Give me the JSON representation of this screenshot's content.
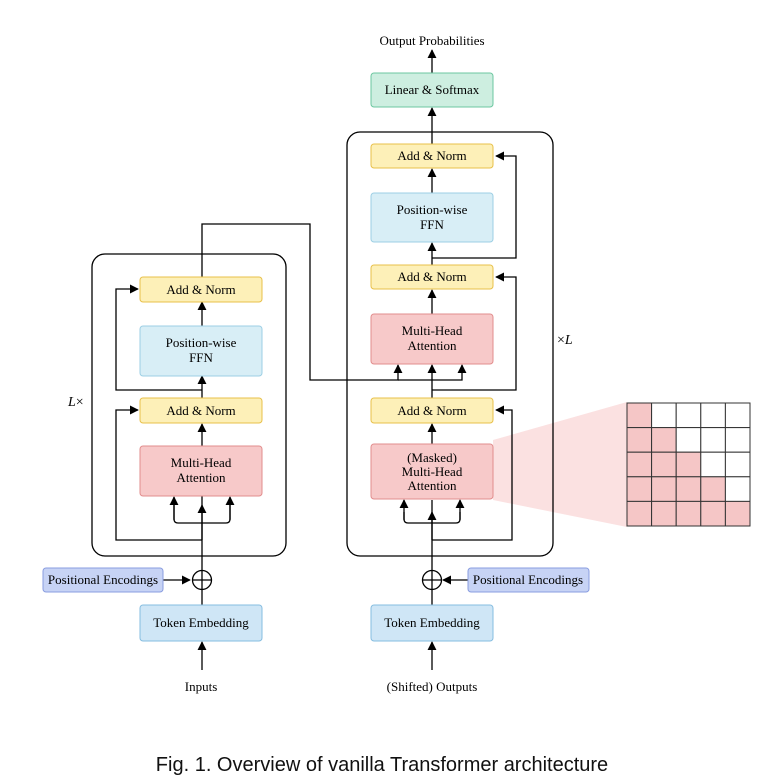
{
  "encoder": {
    "add_norm_top": "Add & Norm",
    "ffn_line1": "Position-wise",
    "ffn_line2": "FFN",
    "add_norm_bottom": "Add & Norm",
    "mha_line1": "Multi-Head",
    "mha_line2": "Attention",
    "repeat_label": "L",
    "repeat_suffix": "×",
    "positional_encodings": "Positional Encodings",
    "token_embedding": "Token Embedding",
    "input_label": "Inputs"
  },
  "decoder": {
    "linear_softmax": "Linear & Softmax",
    "output_label": "Output Probabilities",
    "add_norm_top": "Add & Norm",
    "ffn_line1": "Position-wise",
    "ffn_line2": "FFN",
    "add_norm_mid": "Add & Norm",
    "cross_line1": "Multi-Head",
    "cross_line2": "Attention",
    "add_norm_bottom": "Add & Norm",
    "masked_line1": "(Masked)",
    "masked_line2": "Multi-Head",
    "masked_line3": "Attention",
    "repeat_prefix": "×",
    "repeat_label": "L",
    "positional_encodings": "Positional Encodings",
    "token_embedding": "Token Embedding",
    "input_label": "(Shifted) Outputs"
  },
  "mask_matrix": {
    "rows": 5,
    "cols": 5,
    "filled_color": "#f5c6c6",
    "empty_color": "#ffffff"
  },
  "colors": {
    "add_norm_fill": "#fdf0b8",
    "add_norm_stroke": "#e8c04a",
    "ffn_fill": "#d8eef6",
    "ffn_stroke": "#9dcfe4",
    "attention_fill": "#f7c9c9",
    "attention_stroke": "#e28d8d",
    "linear_fill": "#cdeee0",
    "linear_stroke": "#6cc7a0",
    "pos_enc_fill": "#c7d3f5",
    "pos_enc_stroke": "#8a9de0",
    "token_emb_fill": "#cfe6f6",
    "token_emb_stroke": "#86bde0",
    "mask_wedge": "#fbe1e1"
  },
  "caption": "Fig. 1.  Overview of vanilla Transformer architecture"
}
